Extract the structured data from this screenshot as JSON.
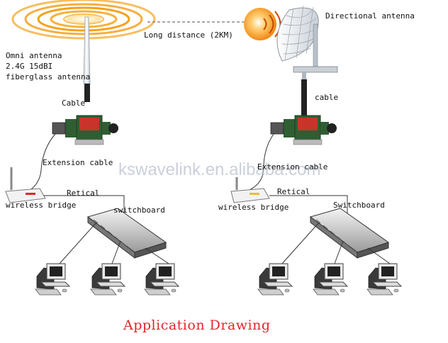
{
  "diagram": {
    "watermark": "kswavelink.en.alibaba.com",
    "title": "Application Drawing",
    "labels": {
      "long_distance": "Long distance (2KM)",
      "directional_antenna": "Directional antenna",
      "omni_line1": "Omni antenna",
      "omni_line2": "2.4G 15dBI",
      "omni_line3": "fiberglass antenna",
      "cable_left": "Cable",
      "cable_right": "cable",
      "extension_left": "Extension cable",
      "extension_right": "Extension cable",
      "retical_left": "Retical",
      "retical_right": "Retical",
      "bridge_left": "wireless bridge",
      "bridge_right": "wireless bridge",
      "switch_left": "switchboard",
      "switch_right": "Switchboard"
    },
    "colors": {
      "title": "#e0262b",
      "signal_orange": "#f5a21a",
      "device_green": "#2f5e33",
      "device_red": "#c8342a",
      "outline": "#222222"
    },
    "icons": [
      "omni-antenna-icon",
      "directional-antenna-icon",
      "surge-protector-icon",
      "wireless-bridge-icon",
      "network-switch-icon",
      "computer-icon",
      "signal-waves-icon"
    ]
  }
}
